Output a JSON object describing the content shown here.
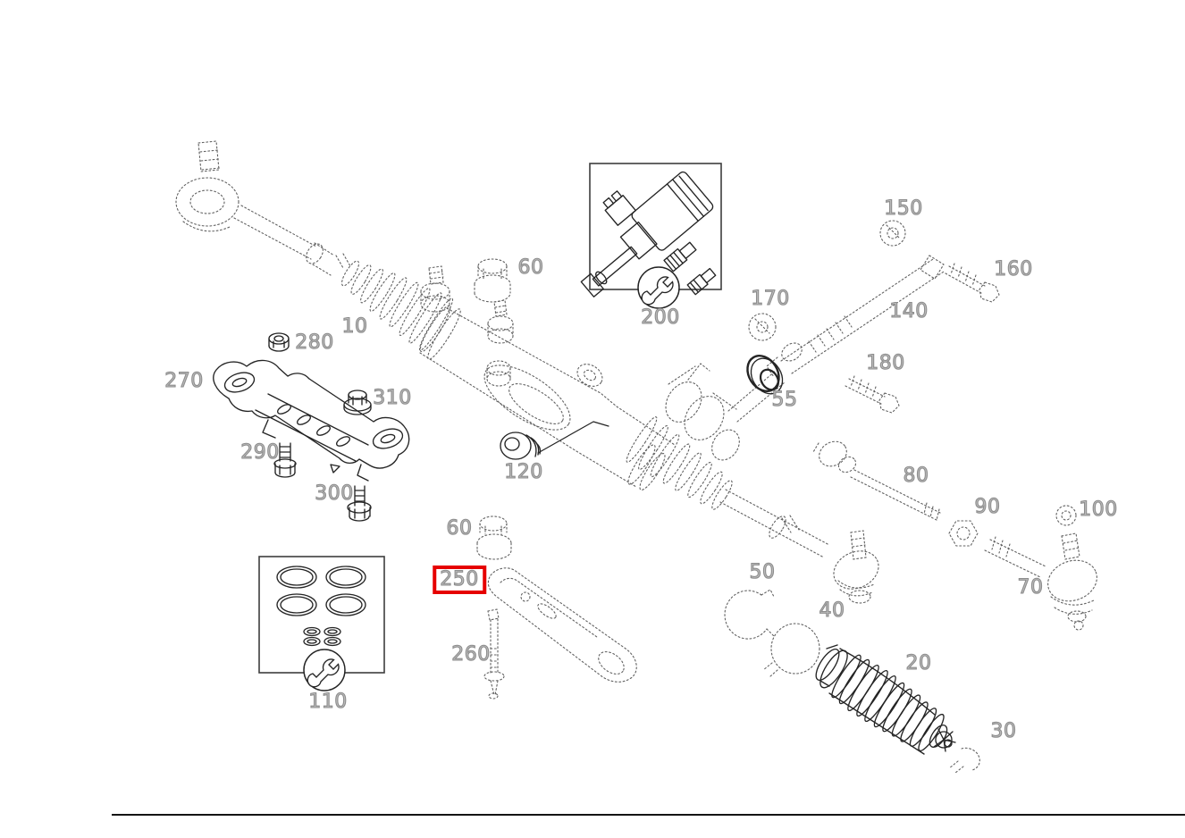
{
  "page": {
    "background": "#ffffff",
    "type": "exploded-parts-diagram",
    "subject": "steering-gear-assembly"
  },
  "diagram": {
    "highlighted_part": "250",
    "highlight_color": "#e60000",
    "icons": {
      "kit_tool": "wrench-icon"
    },
    "labels": {
      "p10": "10",
      "p20": "20",
      "p30": "30",
      "p40": "40",
      "p50": "50",
      "p55": "55",
      "p60_upper": "60",
      "p60_lower": "60",
      "p70": "70",
      "p80": "80",
      "p90": "90",
      "p100": "100",
      "p110": "110",
      "p120": "120",
      "p140": "140",
      "p150": "150",
      "p160": "160",
      "p170": "170",
      "p180": "180",
      "p200": "200",
      "p250": "250",
      "p260": "260",
      "p270": "270",
      "p280": "280",
      "p290": "290",
      "p300": "300",
      "p310": "310"
    }
  }
}
